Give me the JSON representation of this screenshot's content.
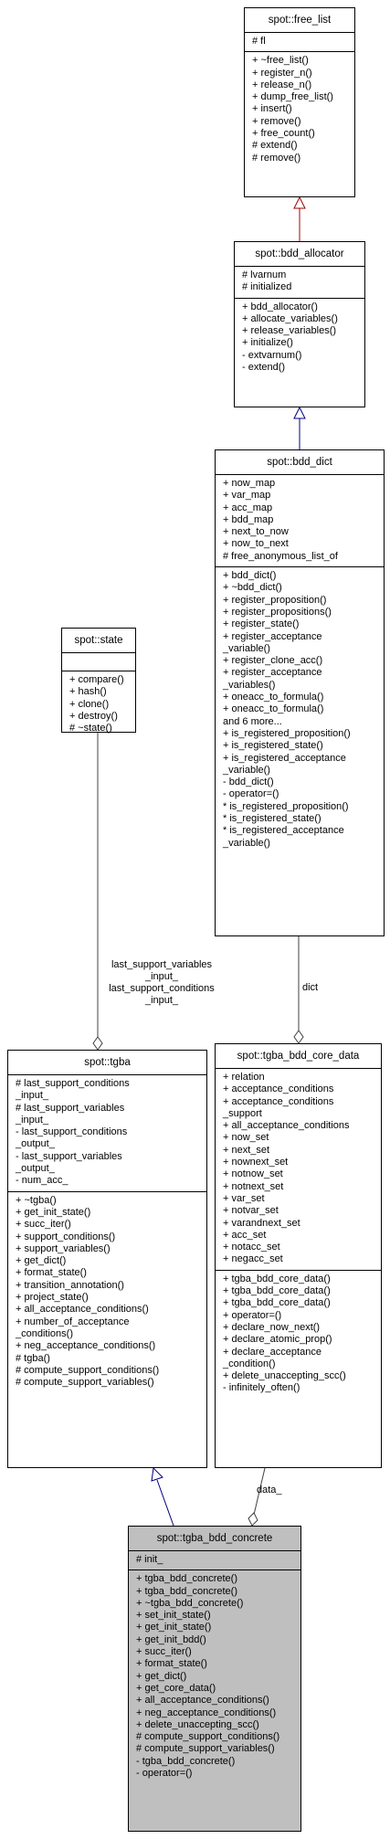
{
  "classes": {
    "free_list": {
      "name": "spot::free_list",
      "attributes": [
        "# fl"
      ],
      "methods": [
        "+ ~free_list()",
        "+ register_n()",
        "+ release_n()",
        "+ dump_free_list()",
        "+ insert()",
        "+ remove()",
        "+ free_count()",
        "# extend()",
        "# remove()"
      ]
    },
    "bdd_allocator": {
      "name": "spot::bdd_allocator",
      "attributes": [
        "# lvarnum",
        "# initialized"
      ],
      "methods": [
        "+ bdd_allocator()",
        "+ allocate_variables()",
        "+ release_variables()",
        "+ initialize()",
        "- extvarnum()",
        "- extend()"
      ]
    },
    "bdd_dict": {
      "name": "spot::bdd_dict",
      "attributes": [
        "+ now_map",
        "+ var_map",
        "+ acc_map",
        "+ bdd_map",
        "+ next_to_now",
        "+ now_to_next",
        "# free_anonymous_list_of"
      ],
      "methods": [
        "+ bdd_dict()",
        "+ ~bdd_dict()",
        "+ register_proposition()",
        "+ register_propositions()",
        "+ register_state()",
        "+ register_acceptance",
        "_variable()",
        "+ register_clone_acc()",
        "+ register_acceptance",
        "_variables()",
        "+ oneacc_to_formula()",
        "+ oneacc_to_formula()",
        "and 6 more...",
        "+ is_registered_proposition()",
        "+ is_registered_state()",
        "+ is_registered_acceptance",
        "_variable()",
        "- bdd_dict()",
        "- operator=()",
        "* is_registered_proposition()",
        "* is_registered_state()",
        "* is_registered_acceptance",
        "_variable()"
      ]
    },
    "state": {
      "name": "spot::state",
      "attributes": [],
      "methods": [
        "+ compare()",
        "+ hash()",
        "+ clone()",
        "+ destroy()",
        "# ~state()"
      ]
    },
    "tgba": {
      "name": "spot::tgba",
      "attributes": [
        "# last_support_conditions",
        "_input_",
        "# last_support_variables",
        "_input_",
        "- last_support_conditions",
        "_output_",
        "- last_support_variables",
        "_output_",
        "- num_acc_"
      ],
      "methods": [
        "+ ~tgba()",
        "+ get_init_state()",
        "+ succ_iter()",
        "+ support_conditions()",
        "+ support_variables()",
        "+ get_dict()",
        "+ format_state()",
        "+ transition_annotation()",
        "+ project_state()",
        "+ all_acceptance_conditions()",
        "+ number_of_acceptance",
        "_conditions()",
        "+ neg_acceptance_conditions()",
        "# tgba()",
        "# compute_support_conditions()",
        "# compute_support_variables()"
      ]
    },
    "core_data": {
      "name": "spot::tgba_bdd_core_data",
      "attributes": [
        "+ relation",
        "+ acceptance_conditions",
        "+ acceptance_conditions",
        "_support",
        "+ all_acceptance_conditions",
        "+ now_set",
        "+ next_set",
        "+ nownext_set",
        "+ notnow_set",
        "+ notnext_set",
        "+ var_set",
        "+ notvar_set",
        "+ varandnext_set",
        "+ acc_set",
        "+ notacc_set",
        "+ negacc_set"
      ],
      "methods": [
        "+ tgba_bdd_core_data()",
        "+ tgba_bdd_core_data()",
        "+ tgba_bdd_core_data()",
        "+ operator=()",
        "+ declare_now_next()",
        "+ declare_atomic_prop()",
        "+ declare_acceptance",
        "_condition()",
        "+ delete_unaccepting_scc()",
        "- infinitely_often()"
      ]
    },
    "concrete": {
      "name": "spot::tgba_bdd_concrete",
      "attributes": [
        "# init_"
      ],
      "methods": [
        "+ tgba_bdd_concrete()",
        "+ tgba_bdd_concrete()",
        "+ ~tgba_bdd_concrete()",
        "+ set_init_state()",
        "+ get_init_state()",
        "+ get_init_bdd()",
        "+ succ_iter()",
        "+ format_state()",
        "+ get_dict()",
        "+ get_core_data()",
        "+ all_acceptance_conditions()",
        "+ neg_acceptance_conditions()",
        "+ delete_unaccepting_scc()",
        "# compute_support_conditions()",
        "# compute_support_variables()",
        "- tgba_bdd_concrete()",
        "- operator=()"
      ]
    }
  },
  "edge_labels": {
    "state_to_tgba": [
      "last_support_variables",
      "_input_",
      "last_support_conditions",
      "_input_"
    ],
    "dict": "dict",
    "data": "data_"
  },
  "colors": {
    "inheritance_red": "#a00000",
    "inheritance_blue": "#000080",
    "association": "#404040",
    "highlight": "#bfbfbf"
  }
}
